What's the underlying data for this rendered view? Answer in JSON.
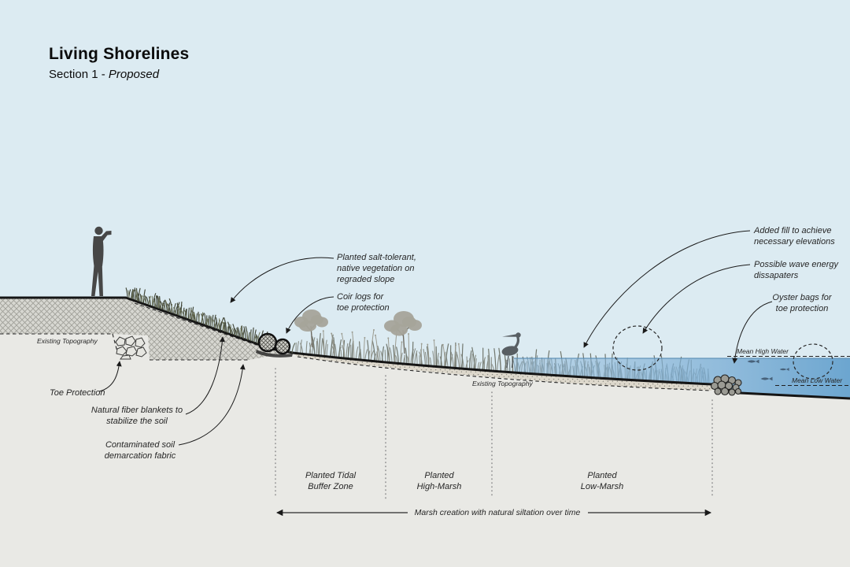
{
  "title": "Living Shorelines",
  "subtitle": {
    "prefix": "Section 1 - ",
    "italic": "Proposed"
  },
  "annotations": {
    "planted_vegetation": {
      "lines": [
        "Planted salt-tolerant,",
        "native vegetation on",
        "regraded slope"
      ]
    },
    "coir_logs": {
      "lines": [
        "Coir logs for",
        "toe protection"
      ]
    },
    "added_fill": {
      "lines": [
        "Added fill to achieve",
        "necessary elevations"
      ]
    },
    "wave_energy": {
      "lines": [
        "Possible wave energy",
        "dissapaters"
      ]
    },
    "oyster_bags": {
      "lines": [
        "Oyster bags for",
        "toe protection"
      ]
    },
    "toe_protection": "Toe Protection",
    "natural_fiber": {
      "lines": [
        "Natural fiber blankets to",
        "stabilize the soil"
      ]
    },
    "contaminated_soil": {
      "lines": [
        "Contaminated soil",
        "demarcation fabric"
      ]
    },
    "existing_topography_left": "Existing Topography",
    "existing_topography_center": "Existing Topography",
    "mean_high_water": "Mean High Water",
    "mean_low_water": "Mean Low Water"
  },
  "zones": {
    "tidal_buffer": {
      "lines": [
        "Planted Tidal",
        "Buffer Zone"
      ]
    },
    "high_marsh": {
      "lines": [
        "Planted",
        "High-Marsh"
      ]
    },
    "low_marsh": {
      "lines": [
        "Planted",
        "Low-Marsh"
      ]
    }
  },
  "timeline_arrow_label": "Marsh creation with natural siltation over time",
  "icons": [
    "person-figure",
    "heron-icon",
    "fish-icon",
    "tree-icon",
    "coir-log-icon",
    "rock-icon",
    "oyster-bag-icon",
    "wave-dissipater-circle"
  ],
  "colors": {
    "sky": "#dcebf2",
    "ground": "#e9e9e5",
    "water": "#6fa9d4",
    "line": "#1a1a1a"
  }
}
